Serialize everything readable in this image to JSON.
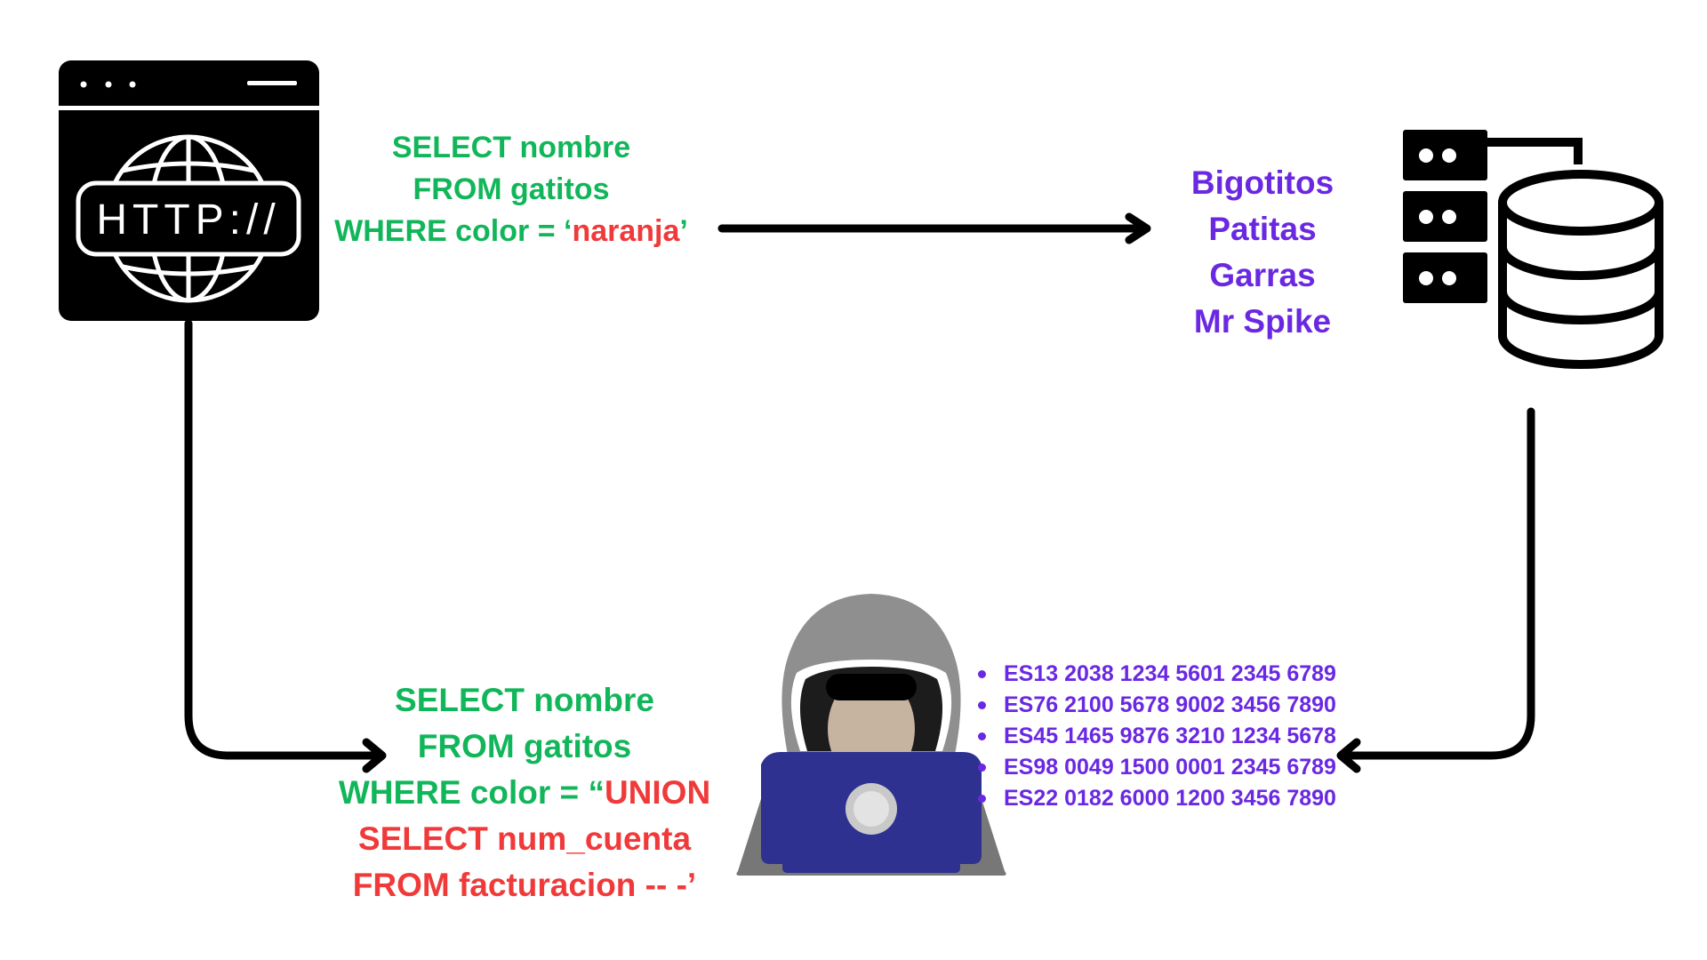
{
  "colors": {
    "sql_keyword": "#12b65a",
    "sql_injected": "#f03a3a",
    "result": "#6a28e2",
    "ink": "#000000",
    "hood": "#8e8e8e",
    "laptop": "#2e3190"
  },
  "icons": {
    "browser": "http-browser-window-icon",
    "database": "server-database-icon",
    "hacker": "hooded-hacker-laptop-icon"
  },
  "browser_icon": {
    "label": "HTTP://"
  },
  "legit_query": {
    "line1": "SELECT nombre",
    "line2": "FROM gatitos",
    "line3_prefix": "WHERE color = ‘",
    "line3_value": "naranja",
    "line3_suffix": "’"
  },
  "legit_results": [
    "Bigotitos",
    "Patitas",
    "Garras",
    "Mr Spike"
  ],
  "injected_query": {
    "line1": "SELECT nombre",
    "line2": "FROM gatitos",
    "line3_prefix": "WHERE color = “",
    "line3_injected": "UNION",
    "line4": "SELECT num_cuenta",
    "line5": "FROM facturacion -- -’"
  },
  "leaked_accounts": [
    "ES13 2038 1234 5601 2345 6789",
    "ES76 2100 5678 9002 3456 7890",
    "ES45 1465 9876 3210 1234 5678",
    "ES98 0049 1500 0001 2345 6789",
    "ES22 0182 6000 1200 3456 7890"
  ]
}
